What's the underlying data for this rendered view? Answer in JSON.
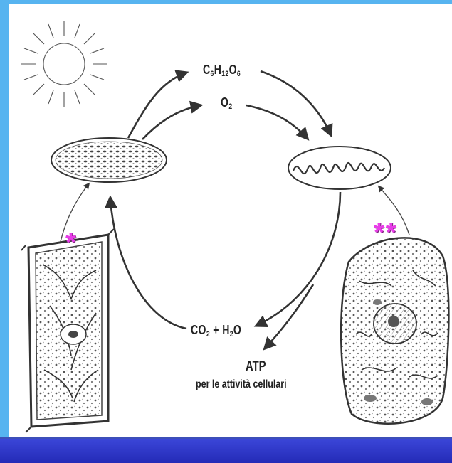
{
  "labels": {
    "glucose": {
      "base": "C",
      "parts": [
        "6",
        "H",
        "12",
        "O",
        "6"
      ]
    },
    "oxygen": {
      "base": "O",
      "sub": "2"
    },
    "co2_water": {
      "a": "CO",
      "a_sub": "2",
      "plus": "+",
      "b": "H",
      "b_sub": "2",
      "c": "O"
    },
    "atp": "ATP",
    "atp_desc": "per le attività cellulari"
  },
  "markers": {
    "single": "*",
    "double": "**"
  },
  "colors": {
    "left_bar": "#57b4f0",
    "bottom_bar": "#2a30c4",
    "star": "#e83ce8",
    "ink": "#333333"
  },
  "icons": [
    "sun-icon",
    "chloroplast-icon",
    "mitochondrion-icon",
    "plant-cell-icon",
    "animal-cell-icon"
  ]
}
